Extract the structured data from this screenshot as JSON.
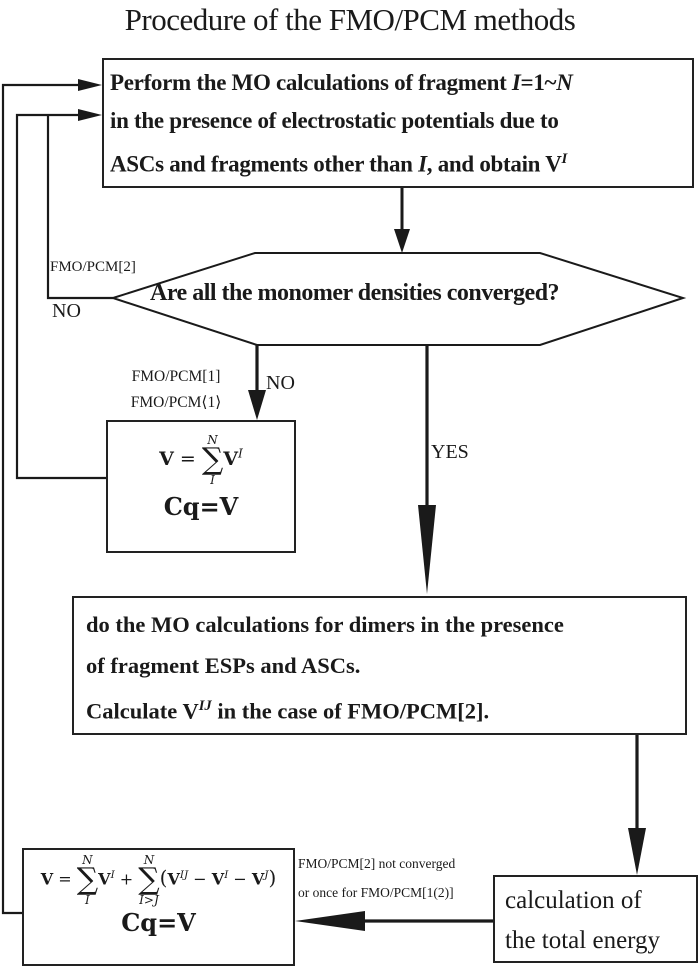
{
  "title": "Procedure of the FMO/PCM methods",
  "main_box": {
    "line1_prefix": "Perform the MO calculations of fragment ",
    "line1_var_I": "I",
    "line1_mid": "=1~",
    "line1_var_N": "N",
    "line2": "in the presence of electrostatic potentials due to",
    "line3_prefix": "ASCs and fragments other than ",
    "line3_var_I": "I",
    "line3_mid": ", and obtain V",
    "line3_sup": "I"
  },
  "decision": {
    "question": "Are all the monomer densities converged?",
    "left_branch_method": "FMO/PCM[2]",
    "left_branch_label": "NO",
    "down_branch_methods": [
      "FMO/PCM[1]",
      "FMO/PCM⟨1⟩"
    ],
    "down_branch_label": "NO",
    "yes_label": "YES"
  },
  "sum_box": {
    "lhs": "V",
    "eq": " = ",
    "sum_upper": "N",
    "sum_lower": "I",
    "term": "V",
    "term_sup": "I",
    "cq": "Cq=V"
  },
  "dimer_box": {
    "line1": "do the MO calculations for dimers in the presence",
    "line2": "of fragment ESPs and ASCs.",
    "line3_prefix": "Calculate V",
    "line3_sup": "IJ",
    "line3_suffix": " in the case of FMO/PCM[2]."
  },
  "energy_box": {
    "line1": "calculation of",
    "line2": "the total energy"
  },
  "loop_condition": {
    "line1": "FMO/PCM[2] not converged",
    "line2": "or once for FMO/PCM[1(2)]"
  },
  "final_box": {
    "lhs": "V",
    "eq": " = ",
    "sum1_upper": "N",
    "sum1_lower": "I",
    "term1": "V",
    "term1_sup": "I",
    "plus": " + ",
    "sum2_upper": "N",
    "sum2_lower": "I>J",
    "paren_open": "(",
    "t_a": "V",
    "t_a_sup": "IJ",
    "minus1": " − ",
    "t_b": "V",
    "t_b_sup": "I",
    "minus2": " − ",
    "t_c": "V",
    "t_c_sup": "J",
    "paren_close": ")",
    "cq": "Cq=V"
  }
}
